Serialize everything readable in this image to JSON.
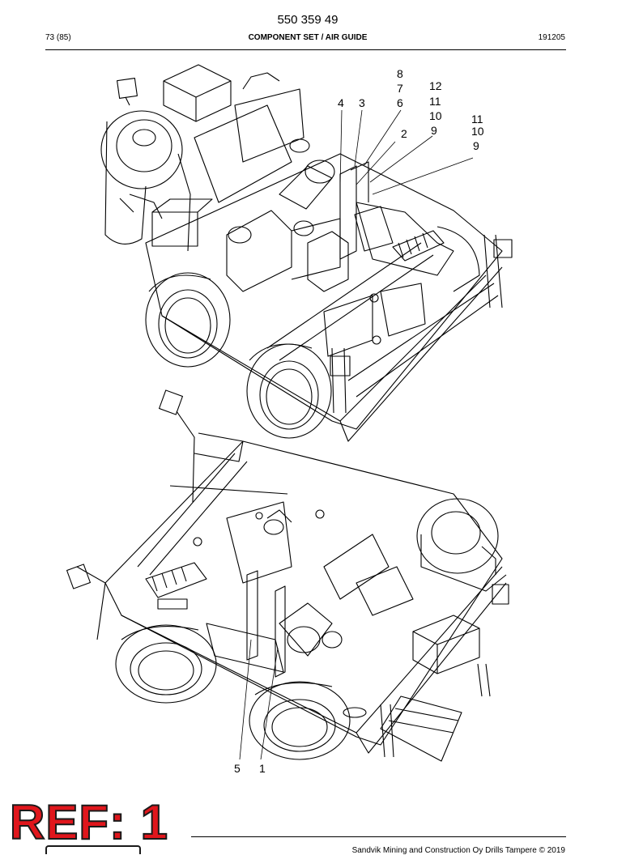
{
  "header": {
    "doc_number": "550 359 49",
    "page_counter": "73 (85)",
    "section_title": "COMPONENT SET / AIR GUIDE",
    "date_code": "191205"
  },
  "callouts": {
    "top_view": [
      "8",
      "7",
      "6",
      "12",
      "11",
      "10",
      "9",
      "4",
      "3",
      "2",
      "11",
      "10",
      "9"
    ],
    "bottom_view": [
      "5",
      "1"
    ]
  },
  "stamp": {
    "ref_label": "REF: 1"
  },
  "footer": {
    "copyright": "Sandvik Mining and Construction Oy Drills Tampere © 2019"
  },
  "colors": {
    "stamp_red": "#e0161c",
    "line": "#000000"
  }
}
